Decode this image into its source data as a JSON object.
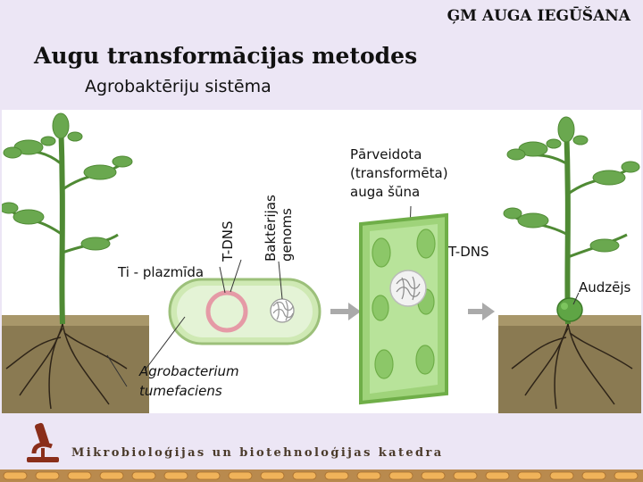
{
  "header": {
    "top_title": "ĢM AUGA IEGŪŠANA",
    "title": "Augu transformācijas metodes",
    "subtitle": "Agrobaktēriju sistēma"
  },
  "figure": {
    "labels": {
      "t_dns_left": "T-DNS",
      "bacterial_genome": "Baktērijas genoms",
      "ti_plasmid": "Ti - plazmīda",
      "transformed_cell": "Pārveidota (transformēta) auga šūna",
      "t_dns_right": "T-DNS",
      "tumor": "Audzējs",
      "agrobacterium": "Agrobacterium tumefaciens"
    },
    "transformed_cell_lines": [
      "Pārveidota",
      "(transformēta)",
      "auga šūna"
    ],
    "bacterial_genome_lines": [
      "Baktērijas",
      "genoms"
    ],
    "agrobacterium_lines": [
      "Agrobacterium",
      "tumefaciens"
    ]
  },
  "footer": {
    "department": "Mikrobioloģijas un biotehnoloģijas katedra",
    "microscope_icon": "microscope-icon"
  },
  "colors": {
    "background": "#ece6f5",
    "plant_green": "#6aa84f",
    "soil": "#8a7a52",
    "cell_green": "#9fd37a",
    "plasmid_pink": "#e59aa6",
    "footer_orange": "#e8a24a"
  }
}
